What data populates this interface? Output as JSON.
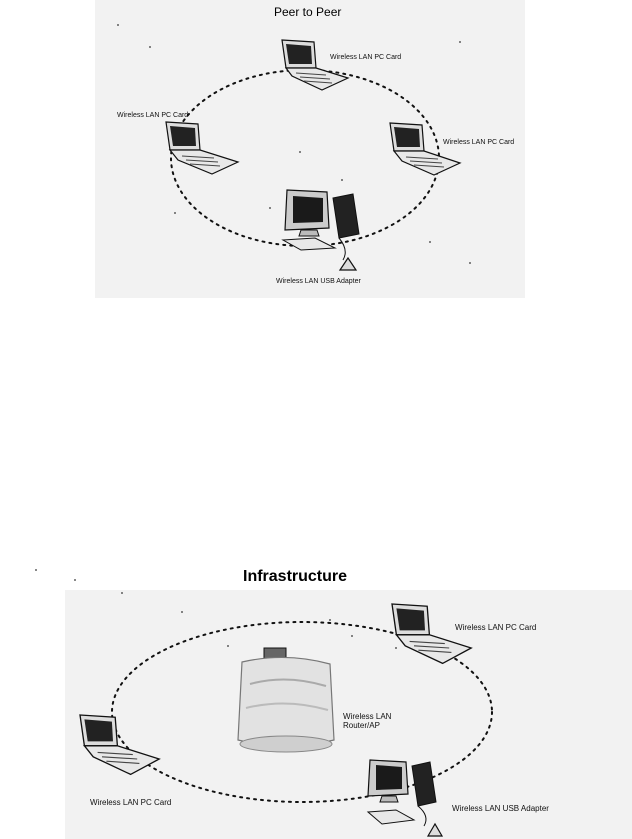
{
  "peer_to_peer": {
    "title": "Peer to Peer",
    "labels": {
      "top_laptop": "Wireless LAN PC Card",
      "left_laptop": "Wireless LAN PC Card",
      "right_laptop": "Wireless LAN PC Card",
      "desktop": "Wireless LAN USB Adapter"
    }
  },
  "infrastructure": {
    "title": "Infrastructure",
    "labels": {
      "top_right_laptop": "Wireless LAN PC Card",
      "router": "Wireless LAN Router/AP",
      "left_laptop": "Wireless LAN PC Card",
      "desktop": "Wireless LAN USB Adapter"
    }
  },
  "icons": [
    "laptop-icon",
    "desktop-computer-icon",
    "router-icon",
    "usb-adapter-icon"
  ],
  "colors": {
    "panel": "#f2f2f2",
    "ink": "#111111",
    "screen": "#222222"
  }
}
